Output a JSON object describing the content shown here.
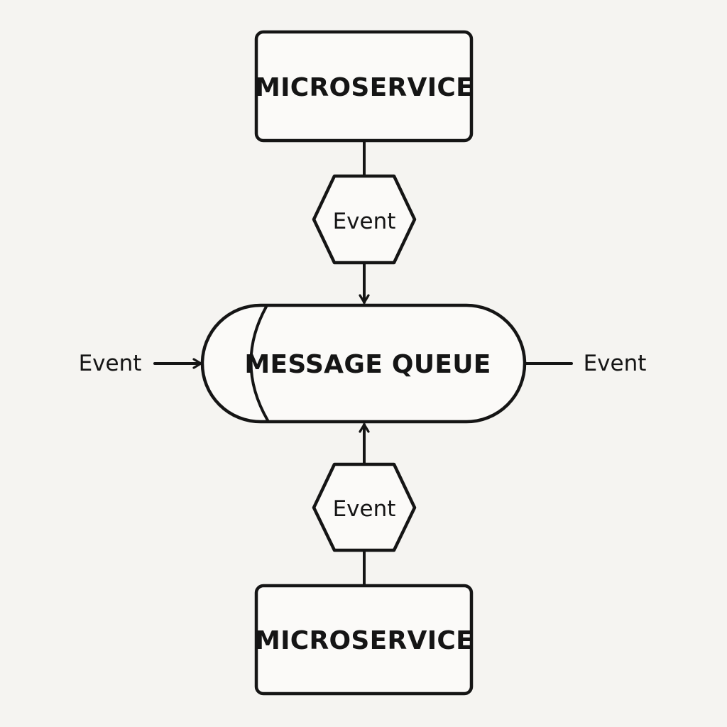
{
  "nodes": {
    "top_service": "MICROSERVICE",
    "bottom_service": "MICROSERVICE",
    "queue": "MESSAGE QUEUE",
    "event_top": "Event",
    "event_bottom": "Event",
    "event_left": "Event",
    "event_right": "Event"
  },
  "colors": {
    "background": "#f5f4f1",
    "stroke": "#151515",
    "fill": "#fbfaf8"
  }
}
